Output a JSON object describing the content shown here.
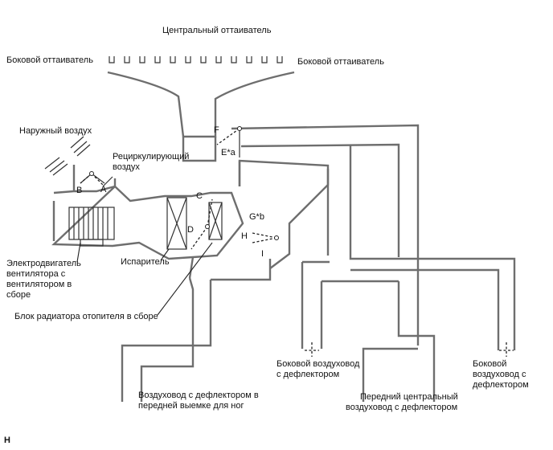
{
  "labels": {
    "center_defroster": "Центральный оттаиватель",
    "side_defroster_left": "Боковой оттаиватель",
    "side_defroster_right": "Боковой оттаиватель",
    "fresh_air": "Наружный воздух",
    "recirc_line1": "Рециркулирующий",
    "recirc_line2": "воздух",
    "blower_line1": "Электродвигатель",
    "blower_line2": "вентилятора с",
    "blower_line3": "вентилятором в",
    "blower_line4": "сборе",
    "evaporator": "Испаритель",
    "heater_core": "Блок радиатора отопителя в сборе",
    "side_reg_left_line1": "Боковой воздуховод",
    "side_reg_left_line2": "с дефлектором",
    "side_reg_right_line1": "Боковой",
    "side_reg_right_line2": "воздуховод с",
    "side_reg_right_line3": "дефлектором",
    "foot_line1": "Воздуховод с дефлектором в",
    "foot_line2": "передней выемке для ног",
    "center_reg_line1": "Передний центральный",
    "center_reg_line2": "воздуховод с дефлектором",
    "corner_letter": "H"
  },
  "damper_letters": {
    "A": "A",
    "B": "B",
    "C": "C",
    "D": "D",
    "E": "E*a",
    "F": "F",
    "G": "G*b",
    "H": "H",
    "I": "I"
  }
}
